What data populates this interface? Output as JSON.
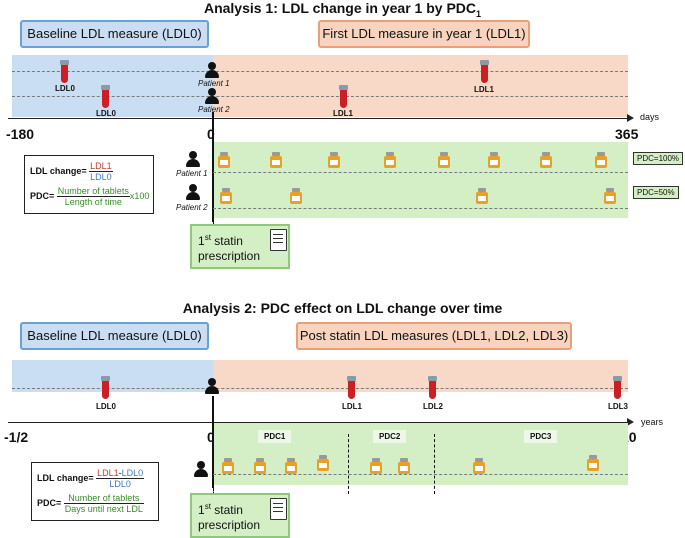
{
  "analysis1": {
    "title": "Analysis 1: LDL change in year 1 by PDC",
    "title_sub": "1",
    "baseline_label": "Baseline LDL measure (LDL0)",
    "first_label": "First LDL measure in year 1 (LDL1)",
    "tick_start": "-180",
    "tick_zero": "0",
    "tick_end": "365",
    "unit": "days",
    "patient1": "Patient 1",
    "patient2": "Patient 2",
    "ldl0": "LDL0",
    "ldl1": "LDL1",
    "pdc_100": "PDC=100%",
    "pdc_50": "PDC=50%",
    "formula": {
      "change_label": "LDL change=",
      "change_num": "LDL1",
      "change_den": "LDL0",
      "pdc_label": "PDC=",
      "pdc_num": "Number of tablets",
      "pdc_den": "Length of time",
      "pdc_mult": "x100"
    },
    "statin_sup": "st",
    "statin_first": "1",
    "statin_rest": " statin",
    "statin_line2": "prescription"
  },
  "analysis2": {
    "title": "Analysis 2: PDC effect on LDL change over time",
    "baseline_label": "Baseline LDL measure (LDL0)",
    "post_label": "Post statin LDL measures (LDL1, LDL2, LDL3)",
    "tick_start": "-1/2",
    "tick_zero": "0",
    "tick_end": "10",
    "unit": "years",
    "ldl0": "LDL0",
    "ldl1": "LDL1",
    "ldl2": "LDL2",
    "ldl3": "LDL3",
    "pdc1": "PDC1",
    "pdc2": "PDC2",
    "pdc3": "PDC3",
    "formula": {
      "change_label": "LDL change=",
      "change_num_a": "LDL1",
      "change_num_sep": "-",
      "change_num_b": "LDL0",
      "change_den": "LDL0",
      "pdc_label": "PDC=",
      "pdc_num": "Number of tablets",
      "pdc_den": "Days until next LDL"
    },
    "statin_sup": "st",
    "statin_first": "1",
    "statin_rest": " statin",
    "statin_line2": "prescription"
  },
  "colors": {
    "baseline": "#c9def3",
    "followup": "#f8d8c6",
    "adherence": "#d4eec6",
    "tube": "#cc1f25",
    "bottle": "#e8a126"
  }
}
